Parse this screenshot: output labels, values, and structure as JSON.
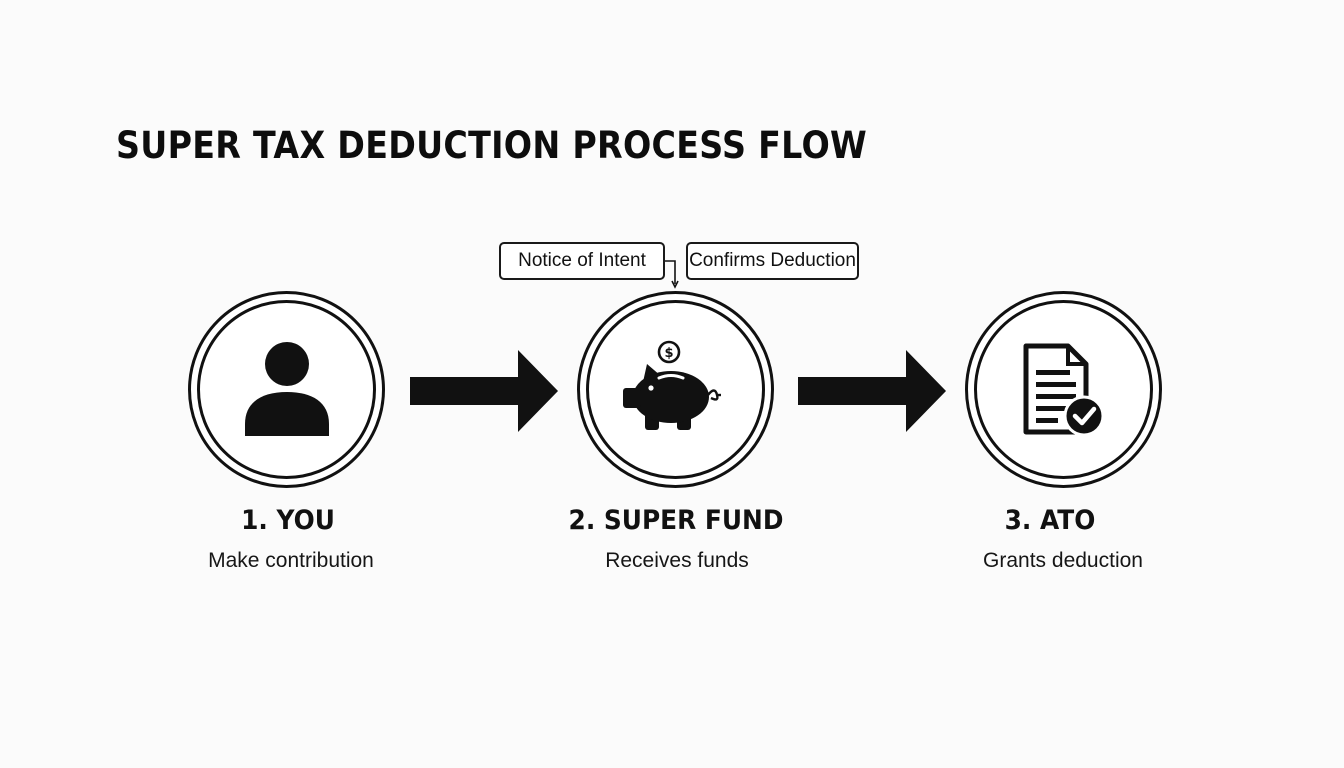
{
  "title": "SUPER TAX DEDUCTION PROCESS FLOW",
  "notes": {
    "notice_of_intent": "Notice of Intent",
    "confirms_deduction": "Confirms Deduction"
  },
  "stages": [
    {
      "number_label": "1. YOU",
      "description": "Make contribution",
      "icon": "person-icon"
    },
    {
      "number_label": "2. SUPER FUND",
      "description": "Receives funds",
      "icon": "piggy-bank-icon"
    },
    {
      "number_label": "3. ATO",
      "description": "Grants deduction",
      "icon": "document-check-icon"
    }
  ],
  "colors": {
    "background": "#fbfbfb",
    "ink": "#111111"
  }
}
